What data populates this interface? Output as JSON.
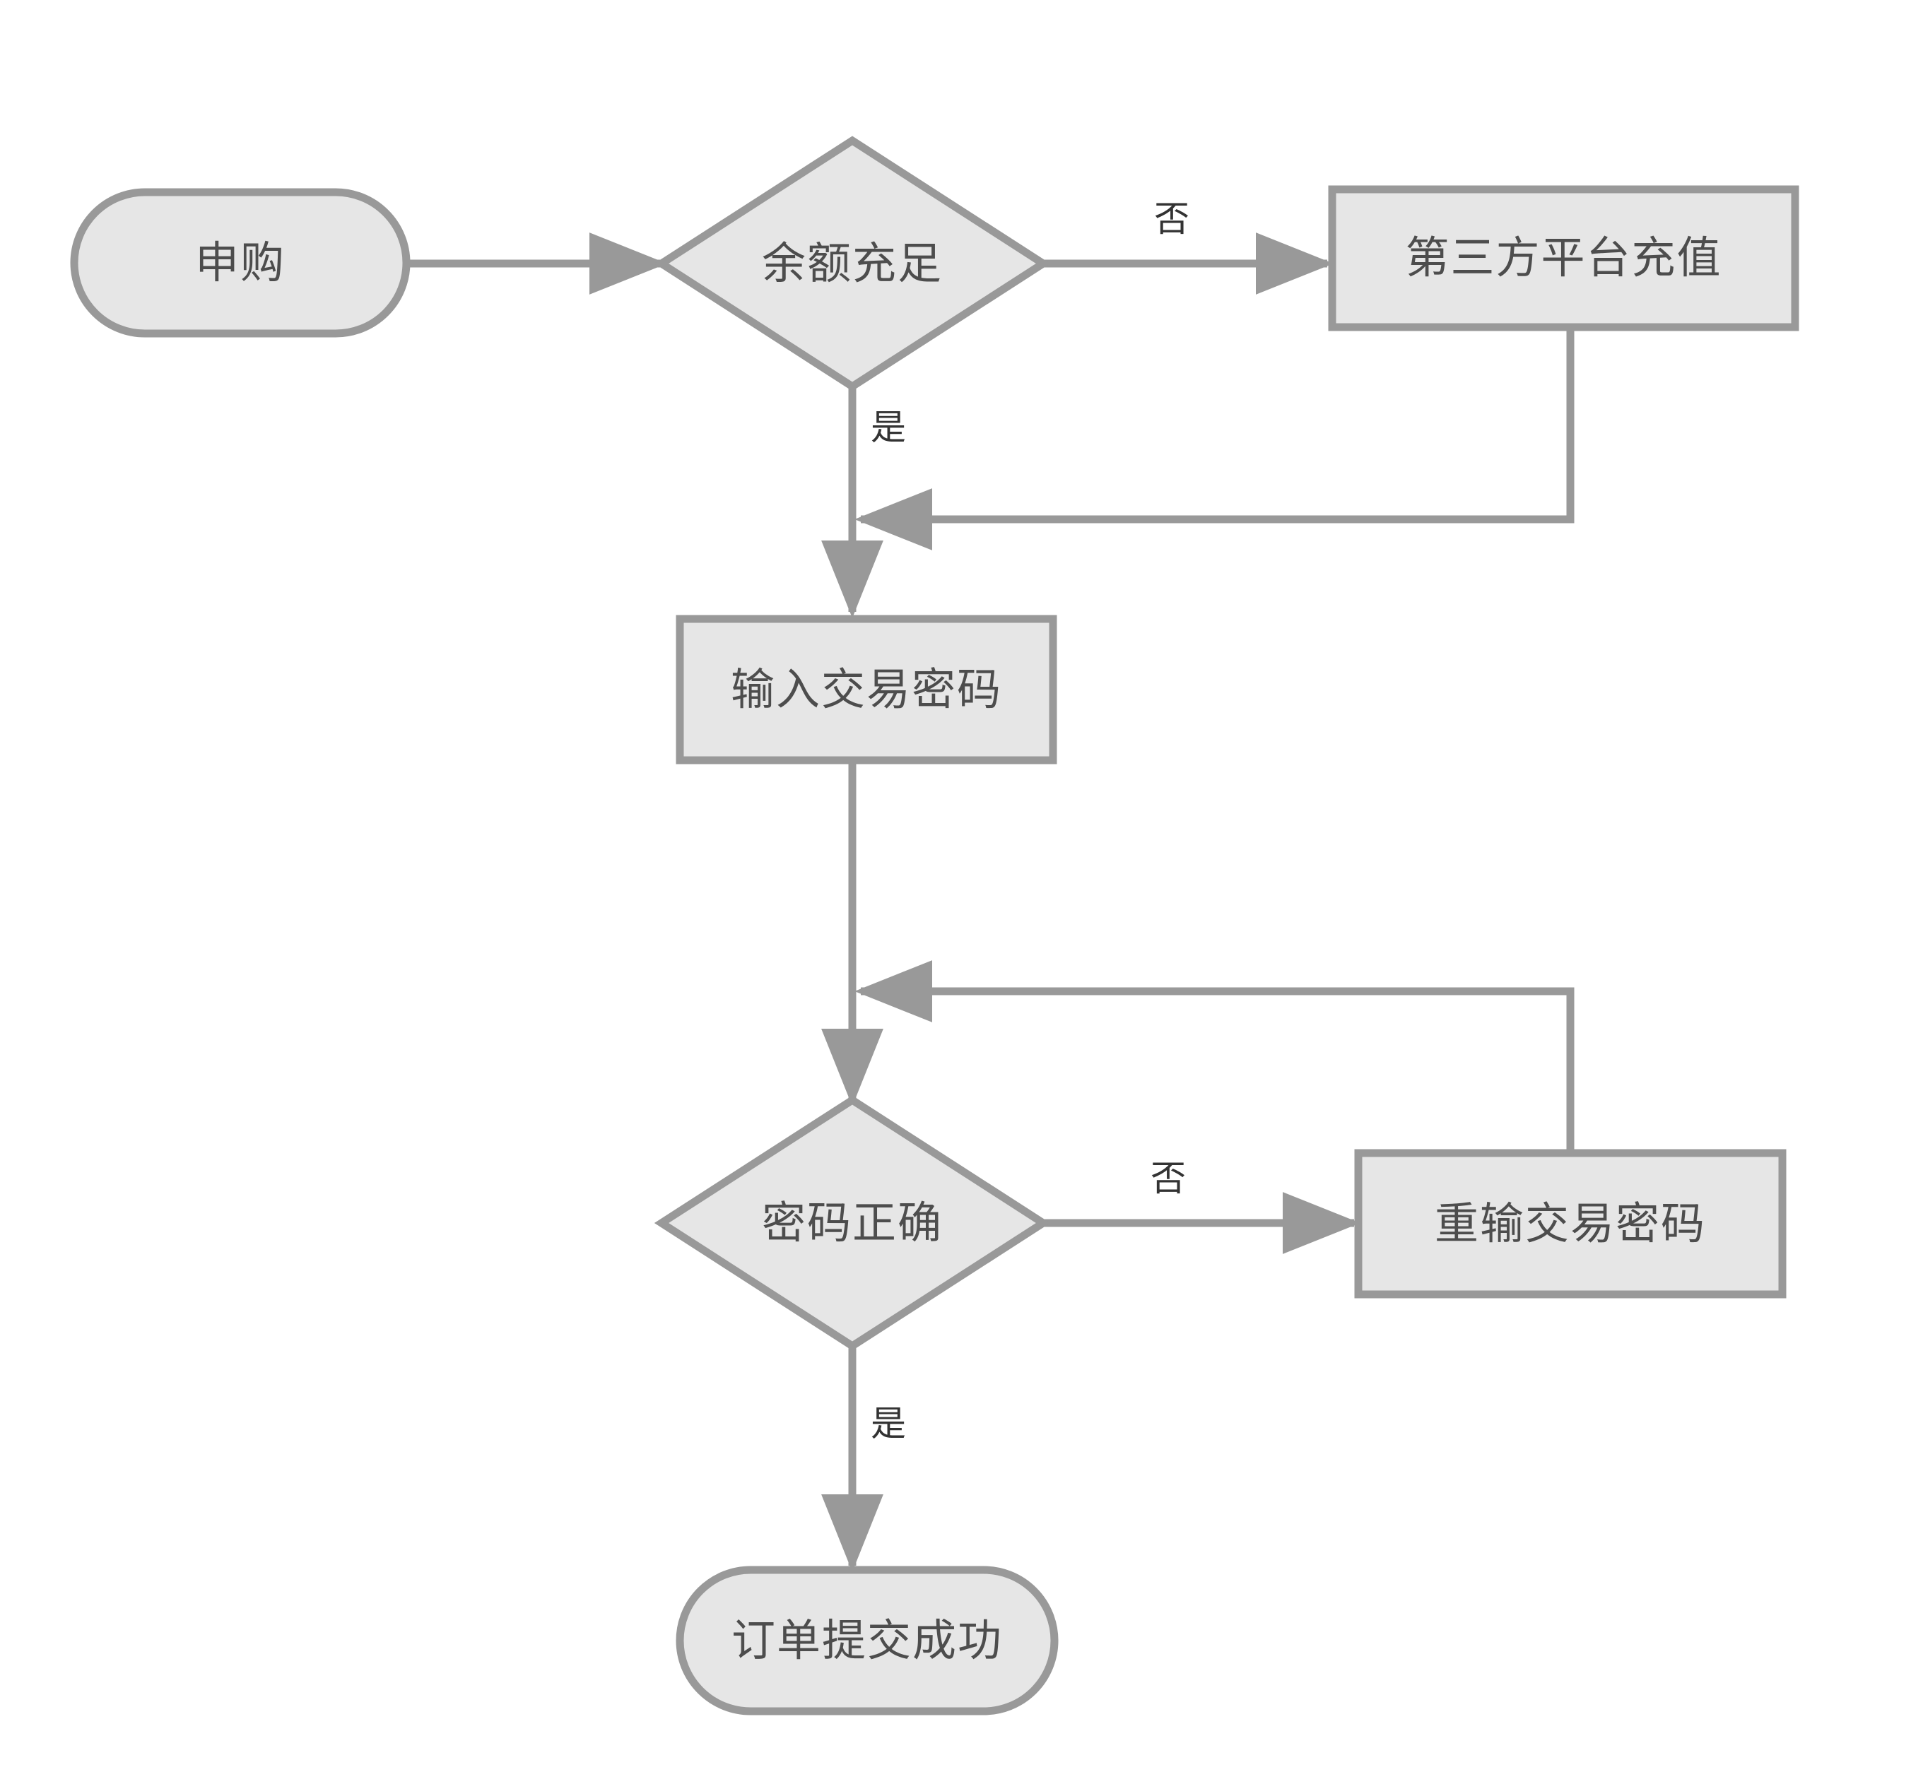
{
  "diagram": {
    "type": "flowchart",
    "title": "",
    "orientation": "top-to-bottom",
    "theme": {
      "background": "#ffffff",
      "node_fill": "#e6e6e6",
      "node_stroke": "#999999",
      "node_text": "#4d4d4d",
      "edge_stroke": "#999999",
      "edge_label_text": "#333333"
    },
    "nodes": [
      {
        "id": "start",
        "label": "申购",
        "shape": "rounded-pill",
        "role": "start-terminator"
      },
      {
        "id": "balance_check",
        "label": "余额充足",
        "shape": "diamond",
        "role": "decision"
      },
      {
        "id": "third_party_topup",
        "label": "第三方平台充值",
        "shape": "rectangle",
        "role": "process"
      },
      {
        "id": "enter_password",
        "label": "输入交易密码",
        "shape": "rectangle",
        "role": "process"
      },
      {
        "id": "password_check",
        "label": "密码正确",
        "shape": "diamond",
        "role": "decision"
      },
      {
        "id": "reenter_password",
        "label": "重输交易密码",
        "shape": "rectangle",
        "role": "process"
      },
      {
        "id": "order_success",
        "label": "订单提交成功",
        "shape": "rounded-pill",
        "role": "end-terminator"
      }
    ],
    "edges": [
      {
        "id": "e1",
        "from": "start",
        "to": "balance_check",
        "label": ""
      },
      {
        "id": "e2",
        "from": "balance_check",
        "to": "third_party_topup",
        "label": "否"
      },
      {
        "id": "e3",
        "from": "balance_check",
        "to": "enter_password",
        "label": "是"
      },
      {
        "id": "e4",
        "from": "third_party_topup",
        "to": "enter_password",
        "label": ""
      },
      {
        "id": "e5",
        "from": "enter_password",
        "to": "password_check",
        "label": ""
      },
      {
        "id": "e6",
        "from": "password_check",
        "to": "reenter_password",
        "label": "否"
      },
      {
        "id": "e7",
        "from": "reenter_password",
        "to": "password_check",
        "label": ""
      },
      {
        "id": "e8",
        "from": "password_check",
        "to": "order_success",
        "label": "是"
      }
    ],
    "edge_labels": {
      "balance_no": "否",
      "balance_yes": "是",
      "password_no": "否",
      "password_yes": "是"
    }
  }
}
